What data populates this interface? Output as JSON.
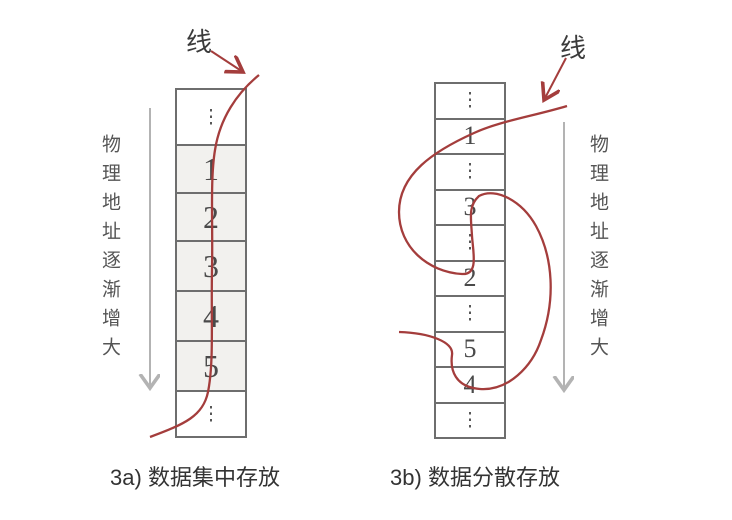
{
  "colors": {
    "wire": "#a43d3c",
    "rail": "#6e6e6e",
    "cell_fill": "#f2f1ee",
    "axis_arrow": "#b3b3b3",
    "text": "#4a4a4a"
  },
  "left": {
    "wire_label": "线",
    "axis_label": "物理地址逐渐增大",
    "cells": [
      "⋮",
      "1",
      "2",
      "3",
      "4",
      "5",
      "⋮"
    ],
    "caption": "3a) 数据集中存放"
  },
  "right": {
    "wire_label": "线",
    "axis_label": "物理地址逐渐增大",
    "cells": [
      "⋮",
      "1",
      "⋮",
      "3",
      "⋮",
      "2",
      "⋮",
      "5",
      "4",
      "⋮"
    ],
    "caption": "3b) 数据分散存放"
  }
}
